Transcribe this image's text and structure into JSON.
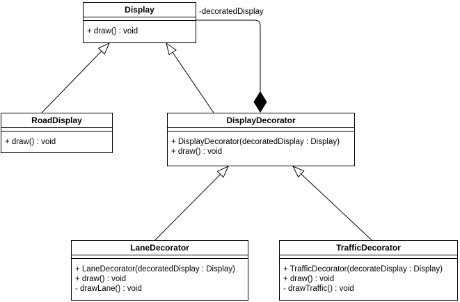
{
  "diagram": {
    "type": "uml-class-diagram",
    "background_color": "#ffffff",
    "line_color": "#000000",
    "box_fill_color": "#ffffff",
    "classes": {
      "display": {
        "name": "Display",
        "attributes": [],
        "methods": [
          "+ draw() : void"
        ]
      },
      "road_display": {
        "name": "RoadDisplay",
        "attributes": [],
        "methods": [
          "+ draw() : void"
        ]
      },
      "display_decorator": {
        "name": "DisplayDecorator",
        "attributes": [],
        "methods": [
          "+ DisplayDecorator(decoratedDisplay : Display)",
          "+ draw() : void"
        ]
      },
      "lane_decorator": {
        "name": "LaneDecorator",
        "attributes": [],
        "methods": [
          "+ LaneDecorator(decoratedDisplay : Display)",
          "+ draw() : void",
          "- drawLane() : void"
        ]
      },
      "traffic_decorator": {
        "name": "TrafficDecorator",
        "attributes": [],
        "methods": [
          "+ TrafficDecorator(decorateDisplay : Display)",
          "+ draw() : void",
          "- drawTraffic() : void"
        ]
      }
    },
    "edges": [
      {
        "type": "generalization",
        "from": "RoadDisplay",
        "to": "Display",
        "label": ""
      },
      {
        "type": "generalization",
        "from": "DisplayDecorator",
        "to": "Display",
        "label": ""
      },
      {
        "type": "generalization",
        "from": "LaneDecorator",
        "to": "DisplayDecorator",
        "label": ""
      },
      {
        "type": "generalization",
        "from": "TrafficDecorator",
        "to": "DisplayDecorator",
        "label": ""
      },
      {
        "type": "composition",
        "from": "DisplayDecorator",
        "to": "Display",
        "label": "-decoratedDisplay"
      }
    ]
  }
}
